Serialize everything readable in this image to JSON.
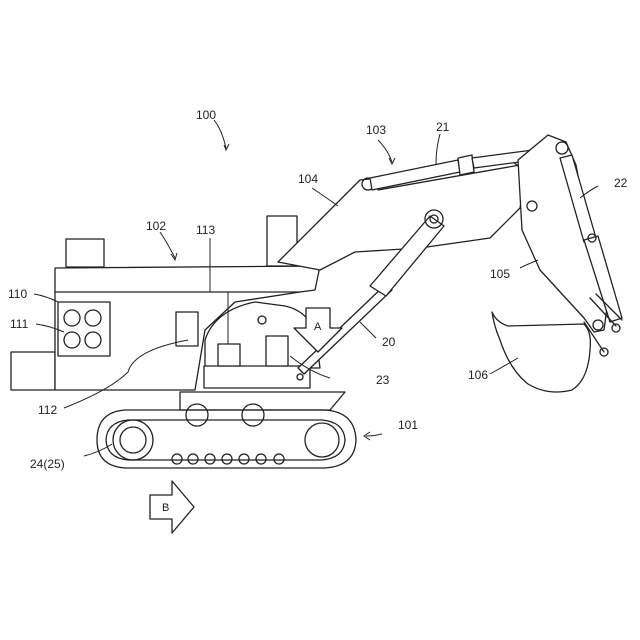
{
  "labels": {
    "l100": "100",
    "l101": "101",
    "l102": "102",
    "l103": "103",
    "l104": "104",
    "l105": "105",
    "l106": "106",
    "l110": "110",
    "l111": "111",
    "l112": "112",
    "l113": "113",
    "l20": "20",
    "l21": "21",
    "l22": "22",
    "l23": "23",
    "l24": "24(25)"
  },
  "arrows": {
    "a": "A",
    "b": "B"
  },
  "colors": {
    "line": "#222222",
    "background": "#ffffff"
  }
}
